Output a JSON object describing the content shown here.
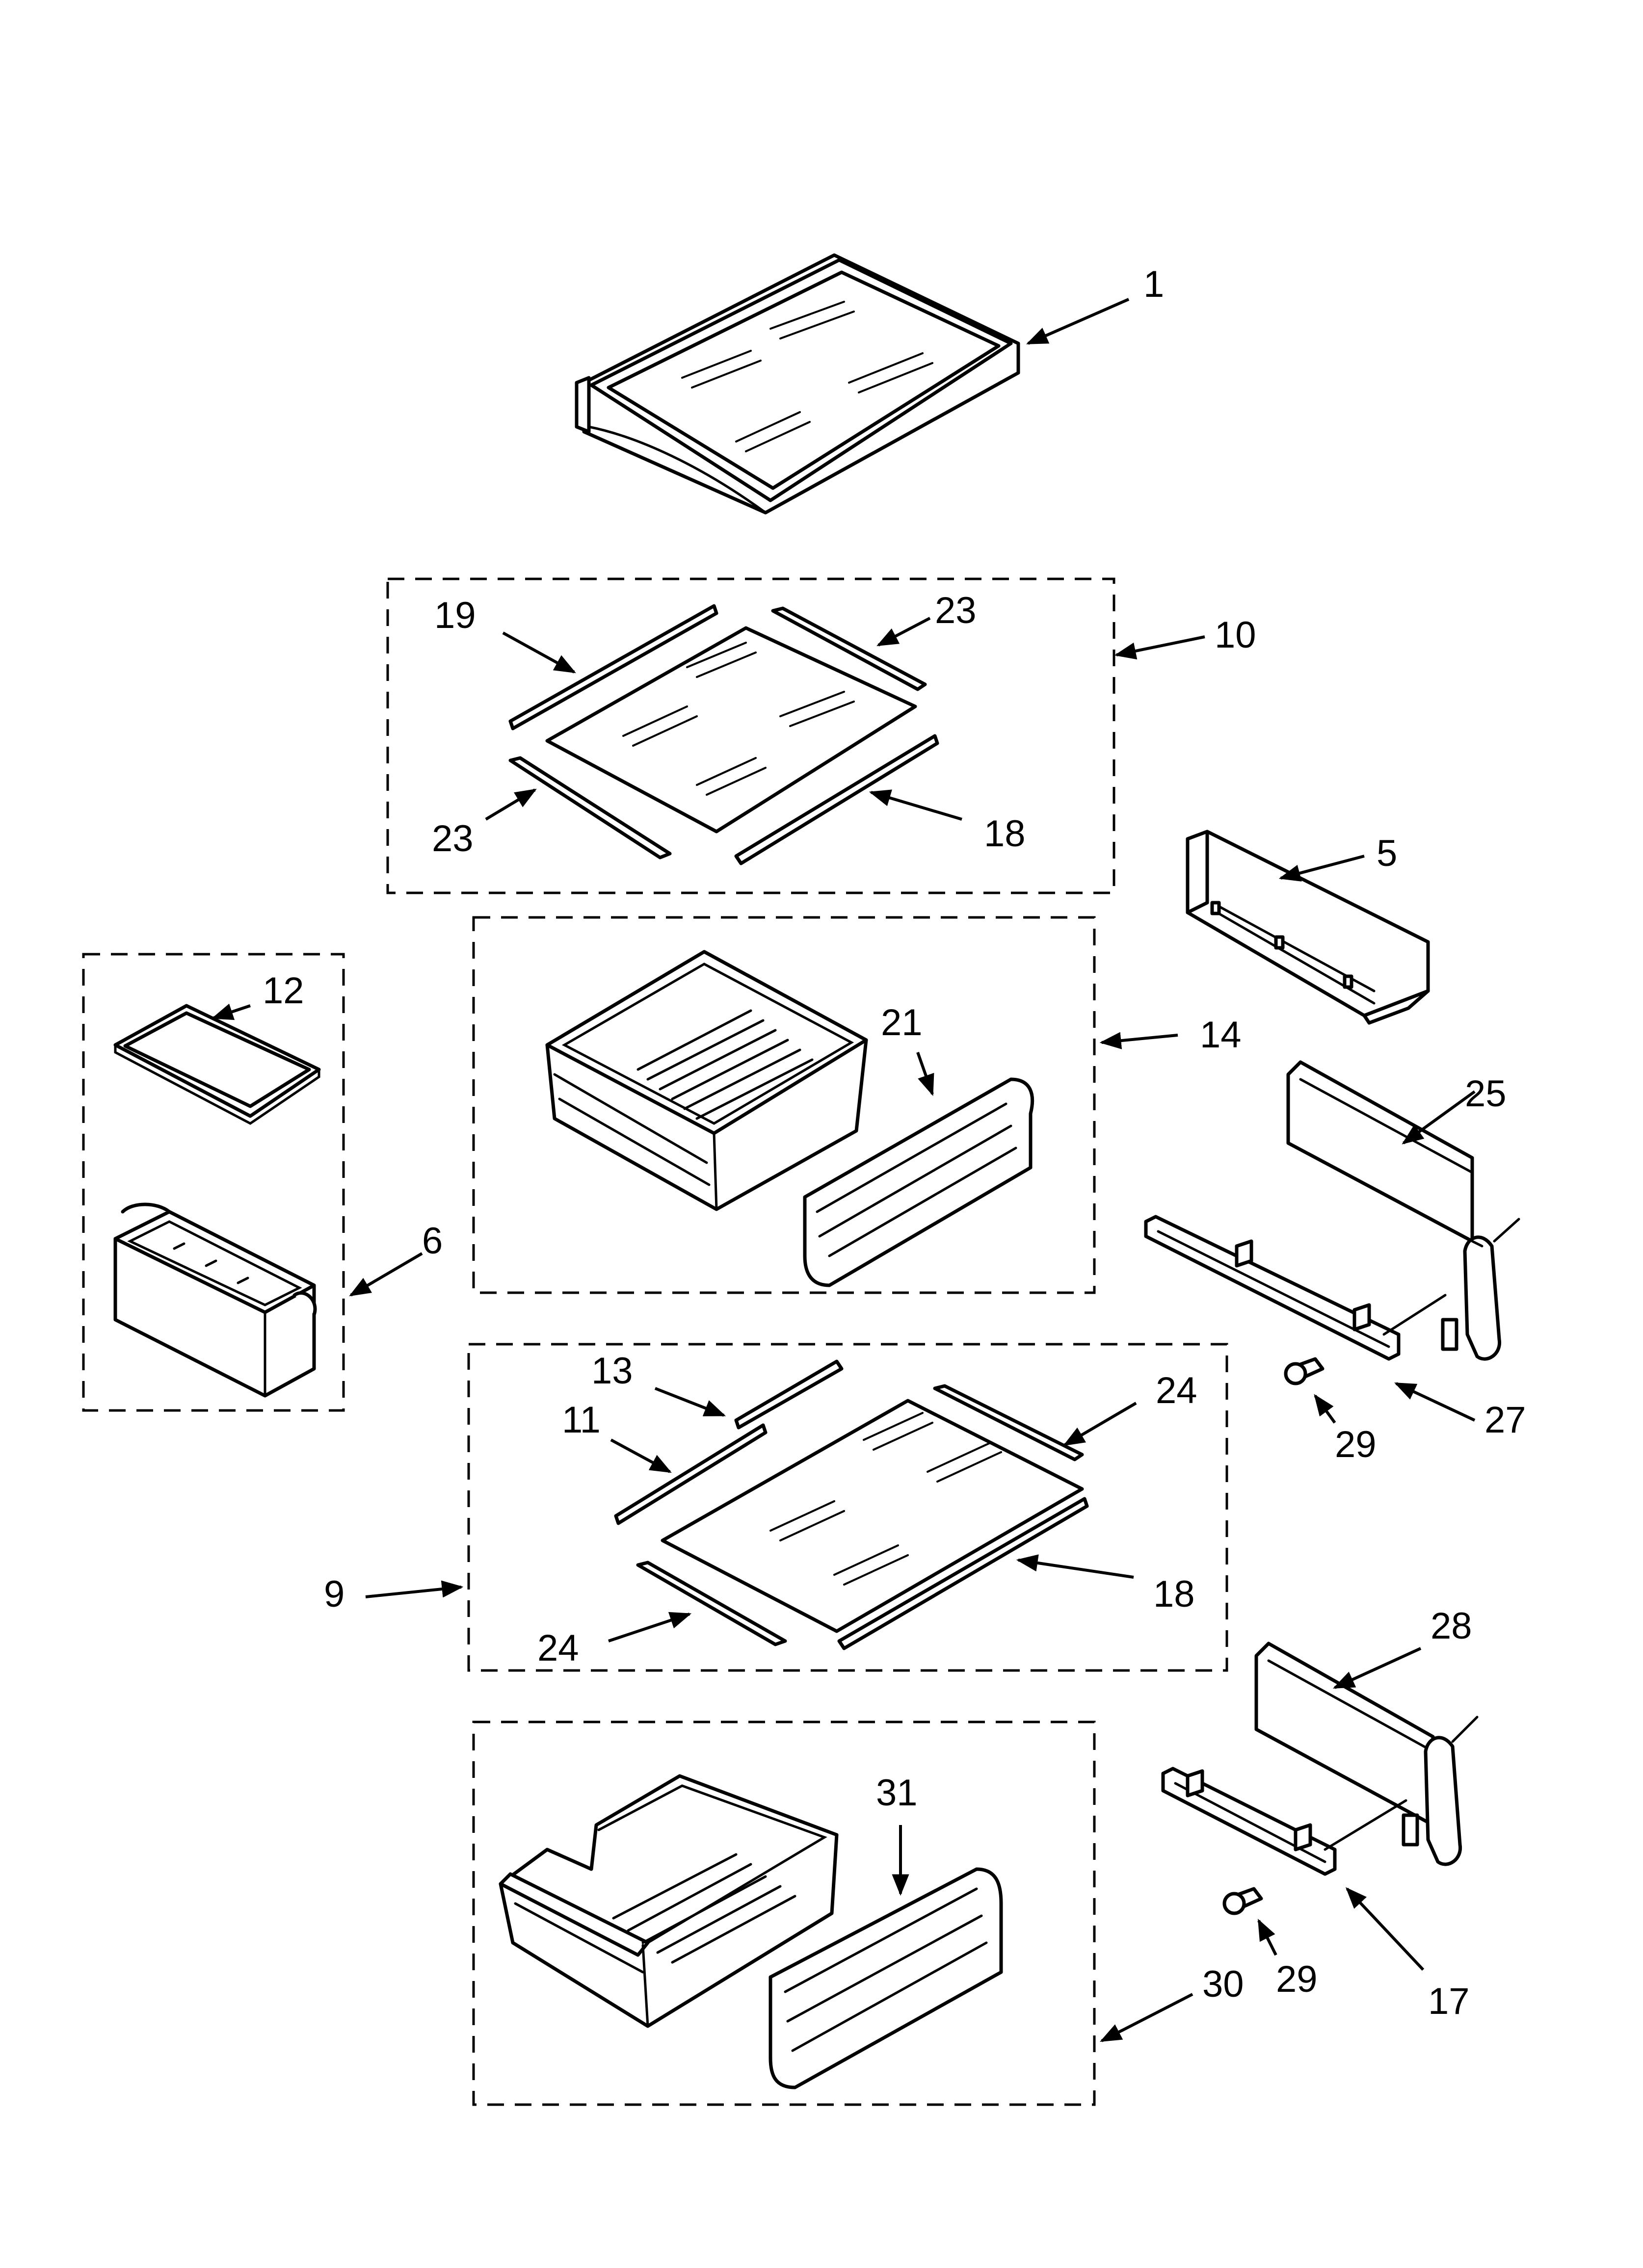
{
  "callouts": {
    "c1": "1",
    "c5": "5",
    "c6": "6",
    "c9": "9",
    "c10": "10",
    "c11": "11",
    "c12": "12",
    "c13": "13",
    "c14": "14",
    "c17": "17",
    "c18_upper": "18",
    "c18_lower": "18",
    "c19": "19",
    "c21": "21",
    "c23_upper": "23",
    "c23_lower": "23",
    "c24_upper": "24",
    "c24_lower": "24",
    "c25": "25",
    "c27": "27",
    "c28": "28",
    "c29_upper": "29",
    "c29_lower": "29",
    "c30": "30",
    "c31": "31"
  }
}
